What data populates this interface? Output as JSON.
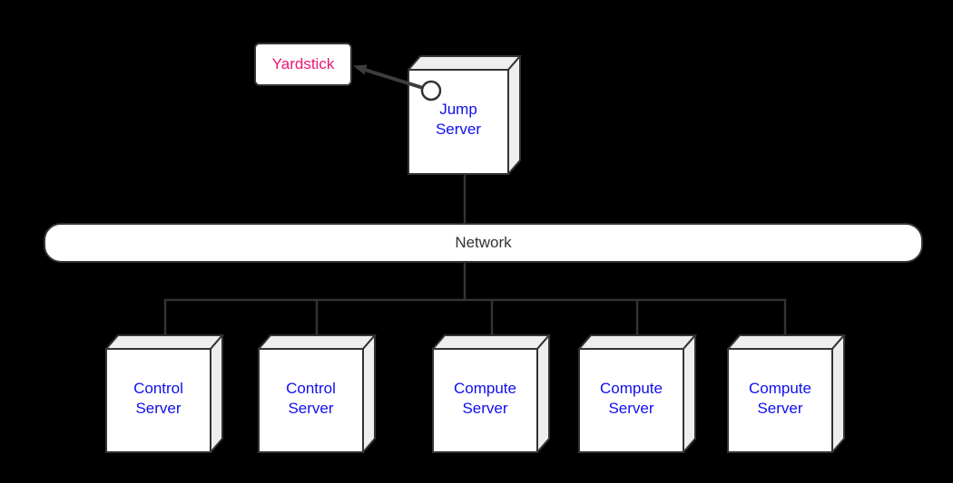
{
  "diagram": {
    "background_color": "#000000",
    "edge_color": "#333333",
    "node_fill_color": "#ffffff",
    "side_face_color": "#eeeeee",
    "nodes": {
      "yardstick": {
        "label": "Yardstick",
        "text_color": "#ed1576",
        "shape": "rounded-rectangle"
      },
      "jump_server": {
        "lines": [
          "Jump",
          "Server"
        ],
        "text_color": "#0f0fee",
        "shape": "box3d",
        "port": "circle-connector"
      },
      "network": {
        "label": "Network",
        "text_color": "#333333",
        "shape": "pill"
      },
      "servers": [
        {
          "lines": [
            "Control",
            "Server"
          ],
          "text_color": "#0f0fee",
          "shape": "box3d"
        },
        {
          "lines": [
            "Control",
            "Server"
          ],
          "text_color": "#0f0fee",
          "shape": "box3d"
        },
        {
          "lines": [
            "Compute",
            "Server"
          ],
          "text_color": "#0f0fee",
          "shape": "box3d"
        },
        {
          "lines": [
            "Compute",
            "Server"
          ],
          "text_color": "#0f0fee",
          "shape": "box3d"
        },
        {
          "lines": [
            "Compute",
            "Server"
          ],
          "text_color": "#0f0fee",
          "shape": "box3d"
        }
      ]
    },
    "edges": [
      {
        "from": "jump-server-circle",
        "to": "yardstick",
        "style": "arrow"
      },
      {
        "from": "jump-server",
        "to": "network",
        "style": "line"
      },
      {
        "from": "network",
        "to": "server-bus",
        "style": "line"
      },
      {
        "from": "server-bus",
        "to": "each-server",
        "style": "line"
      }
    ]
  }
}
